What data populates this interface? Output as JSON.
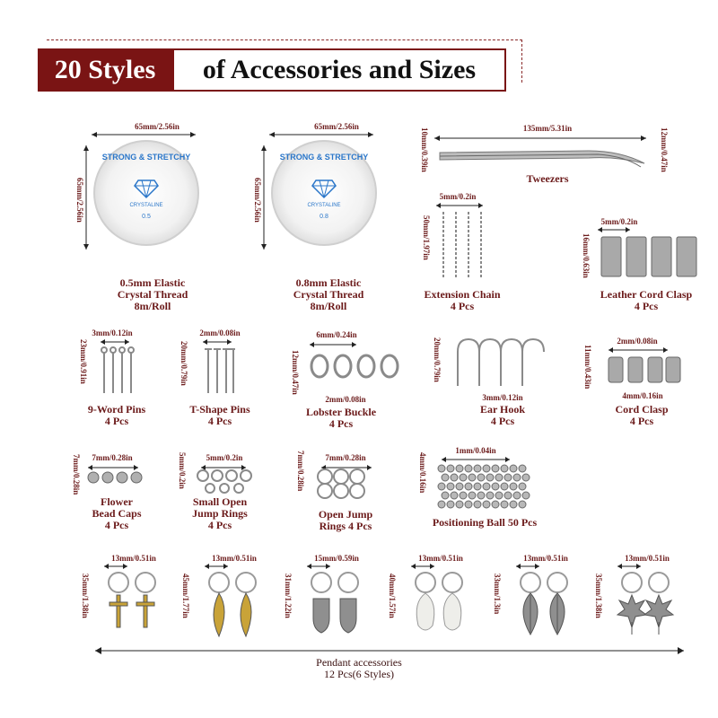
{
  "title": {
    "highlight": "20 Styles",
    "rest": "of Accessories and Sizes"
  },
  "rolls": [
    {
      "size_label": "65mm/2.56in",
      "size_label_v": "65mm/2.56in",
      "brand": "STRONG & STRETCHY",
      "sub": "CRYSTALINE",
      "spec": "0.5",
      "label": "0.5mm Elastic\nCrystal Thread\n8m/Roll"
    },
    {
      "size_label": "65mm/2.56in",
      "size_label_v": "65mm/2.56in",
      "brand": "STRONG & STRETCHY",
      "sub": "CRYSTALINE",
      "spec": "0.8",
      "label": "0.8mm Elastic\nCrystal Thread\n8m/Roll"
    }
  ],
  "tweezers": {
    "w": "135mm/5.31in",
    "h_left": "10mm/0.39in",
    "h_right": "12mm/0.47in",
    "label": "Tweezers"
  },
  "extension_chain": {
    "w": "5mm/0.2in",
    "h": "50mm/1.97in",
    "label": "Extension Chain\n4 Pcs"
  },
  "leather_clasp": {
    "w": "5mm/0.2in",
    "h": "16mm/0.63in",
    "label": "Leather Cord Clasp\n4 Pcs"
  },
  "nine_pins": {
    "w": "3mm/0.12in",
    "h": "23mm/0.91in",
    "label": "9-Word Pins\n4 Pcs"
  },
  "t_pins": {
    "w": "2mm/0.08in",
    "h": "20mm/0.79in",
    "label": "T-Shape Pins\n4 Pcs"
  },
  "lobster": {
    "w": "6mm/0.24in",
    "w2": "2mm/0.08in",
    "h": "12mm/0.47in",
    "label": "Lobster Buckle\n4 Pcs"
  },
  "ear_hook": {
    "w": "3mm/0.12in",
    "h": "20mm/0.79in",
    "label": "Ear Hook\n4 Pcs"
  },
  "cord_clasp": {
    "w": "2mm/0.08in",
    "w2": "4mm/0.16in",
    "h": "11mm/0.43in",
    "label": "Cord Clasp\n4 Pcs"
  },
  "bead_caps": {
    "w": "7mm/0.28in",
    "h": "7mm/0.28in",
    "label": "Flower\nBead Caps\n4 Pcs"
  },
  "small_rings": {
    "w": "5mm/0.2in",
    "h": "5mm/0.2in",
    "label": "Small Open\nJump Rings\n4 Pcs"
  },
  "open_rings": {
    "w": "7mm/0.28in",
    "h": "7mm/0.28in",
    "label": "Open Jump\nRings 4 Pcs"
  },
  "ball": {
    "w": "1mm/0.04in",
    "h": "4mm/0.16in",
    "label": "Positioning Ball 50 Pcs"
  },
  "pendants": [
    {
      "w": "13mm/0.51in",
      "h": "35mm/1.38in",
      "kind": "cross",
      "color": "#c9a338"
    },
    {
      "w": "13mm/0.51in",
      "h": "45mm/1.77in",
      "kind": "feather",
      "color": "#c9a338"
    },
    {
      "w": "15mm/0.59in",
      "h": "31mm/1.22in",
      "kind": "hamsa",
      "color": "#8f8f8f"
    },
    {
      "w": "13mm/0.51in",
      "h": "40mm/1.57in",
      "kind": "shell",
      "color": "#eeeeea"
    },
    {
      "w": "13mm/0.51in",
      "h": "33mm/1.3in",
      "kind": "leaf",
      "color": "#8f8f8f"
    },
    {
      "w": "13mm/0.51in",
      "h": "35mm/1.38in",
      "kind": "maple",
      "color": "#8f8f8f"
    }
  ],
  "pendant_label": "Pendant accessories\n12 Pcs(6 Styles)",
  "colors": {
    "accent": "#7a1414",
    "label": "#6b1a1a",
    "silver": "#9a9a9a",
    "gold": "#c9a338"
  }
}
